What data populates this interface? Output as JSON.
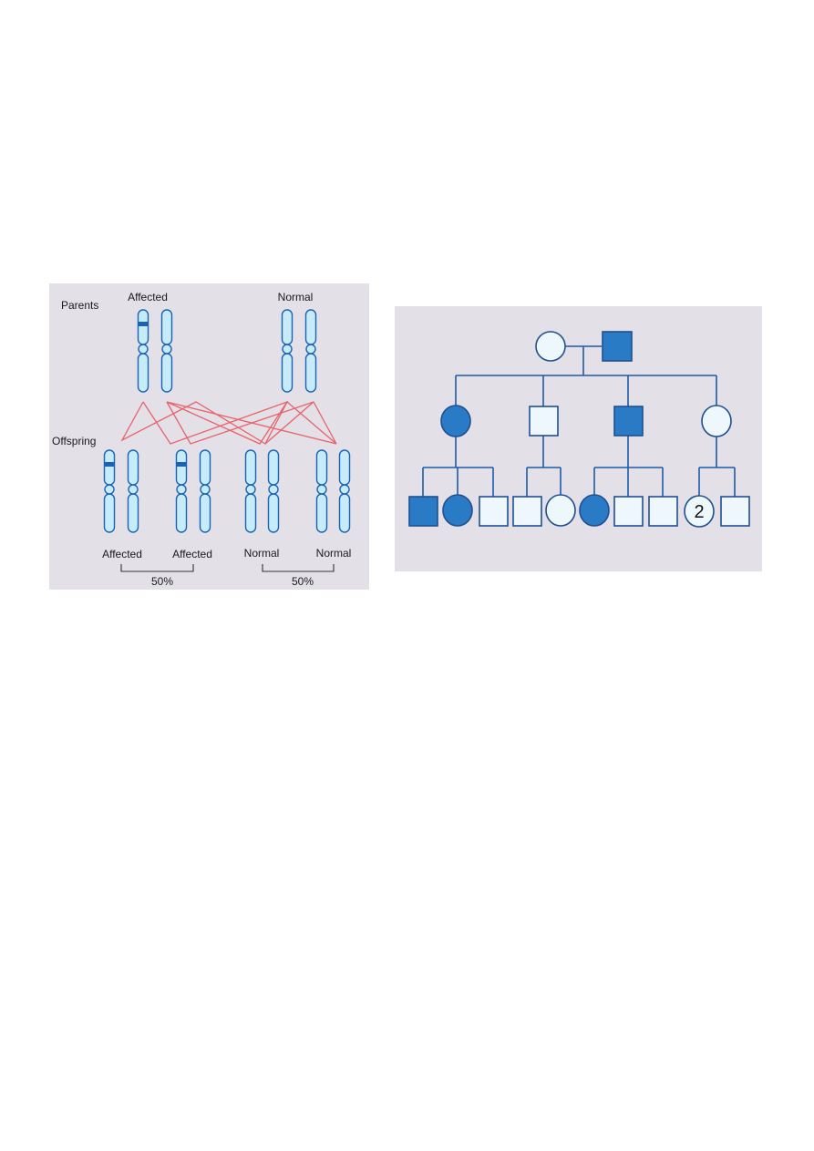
{
  "inheritance": {
    "parents_label": "Parents",
    "offspring_label": "Offspring",
    "parent_affected_label": "Affected",
    "parent_normal_label": "Normal",
    "offspring_labels": [
      "Affected",
      "Affected",
      "Normal",
      "Normal"
    ],
    "percent_left": "50%",
    "percent_right": "50%",
    "colors": {
      "chromosome_fill": "#c6ecf9",
      "chromosome_outline": "#1a63b4",
      "cross_lines": "#e8626a"
    }
  },
  "pedigree": {
    "sibship_count_label": "2",
    "colors": {
      "affected": "#2a7bc6",
      "unaffected": "#eef8fc",
      "lines": "#1f5aa6"
    }
  }
}
